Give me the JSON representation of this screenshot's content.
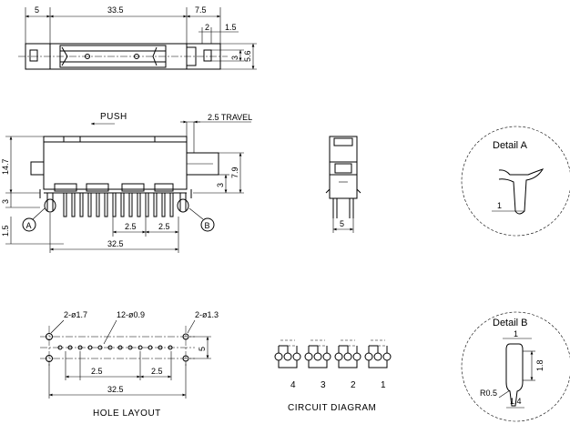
{
  "top_view": {
    "dim_left": "5",
    "dim_body": "33.5",
    "dim_right": "7.5",
    "dim_slot": "2",
    "dim_gap": "1.5",
    "dim_height_inner": "3",
    "dim_height_outer": "5.6"
  },
  "front_view": {
    "push_label": "PUSH",
    "travel_label": "2.5 TRAVEL",
    "dim_height": "14.7",
    "dim_pin": "3",
    "dim_base": "1.5",
    "dim_act_small": "3",
    "dim_act": "7.9",
    "dim_pitch_a": "2.5",
    "dim_pitch_b": "2.5",
    "dim_width": "32.5",
    "marker_a": "A",
    "marker_b": "B"
  },
  "side_view": {
    "dim_width": "5"
  },
  "detail_a": {
    "title": "Detail A",
    "dim": "1"
  },
  "detail_b": {
    "title": "Detail B",
    "dim_top": "1",
    "dim_height": "1.8",
    "dim_radius": "R0.5",
    "dim_width": "1.4"
  },
  "hole_layout": {
    "note_left": "2-ø1.7",
    "note_mid": "12-ø0.9",
    "note_right": "2-ø1.3",
    "dim_pitch_a": "2.5",
    "dim_pitch_b": "2.5",
    "dim_width": "32.5",
    "dim_height": "5",
    "caption": "HOLE LAYOUT"
  },
  "circuit": {
    "numbers": [
      "4",
      "3",
      "2",
      "1"
    ],
    "caption": "CIRCUIT DIAGRAM"
  }
}
